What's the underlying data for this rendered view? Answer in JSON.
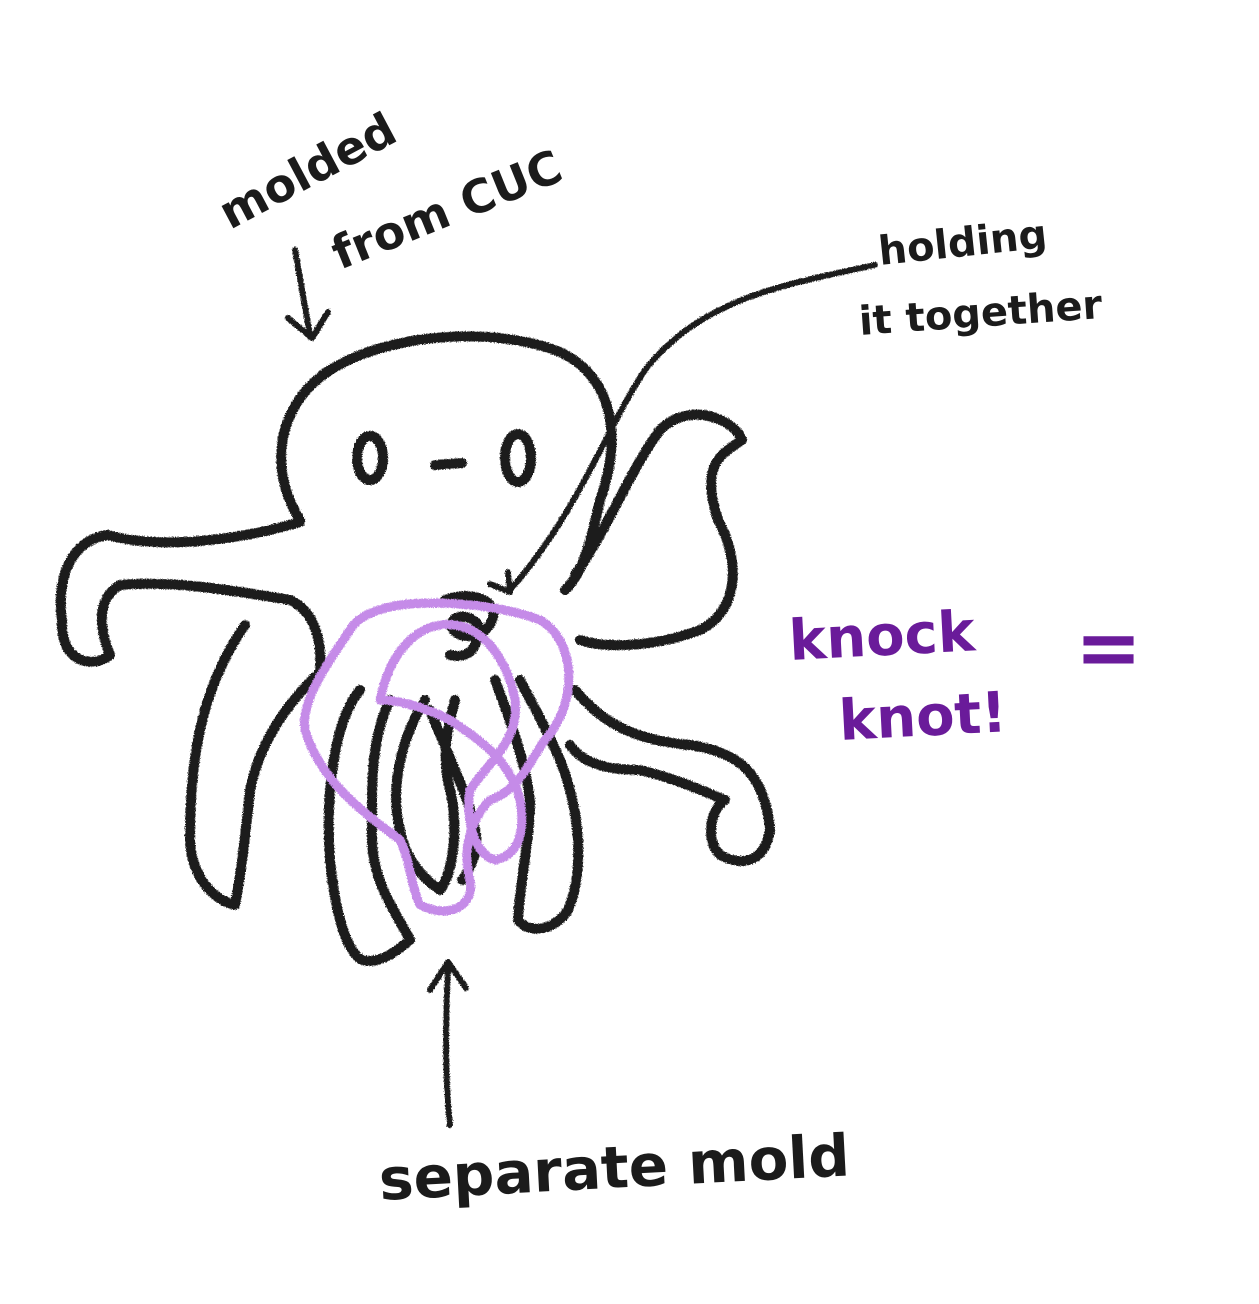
{
  "colors": {
    "ink": "#1b1b1b",
    "knot_stroke": "#c58be8",
    "annotation": "#6a1b9a",
    "background": "#ffffff"
  },
  "annotations": {
    "molded_line1": "molded",
    "molded_line2": "from CUC",
    "holding_line1": "holding",
    "holding_line2": "it together",
    "knock_line1": "knock",
    "knock_line2": "knot!",
    "separate": "separate mold",
    "dash": "="
  },
  "face": {
    "left_eye": "0",
    "mouth": "-",
    "right_eye": "0"
  }
}
